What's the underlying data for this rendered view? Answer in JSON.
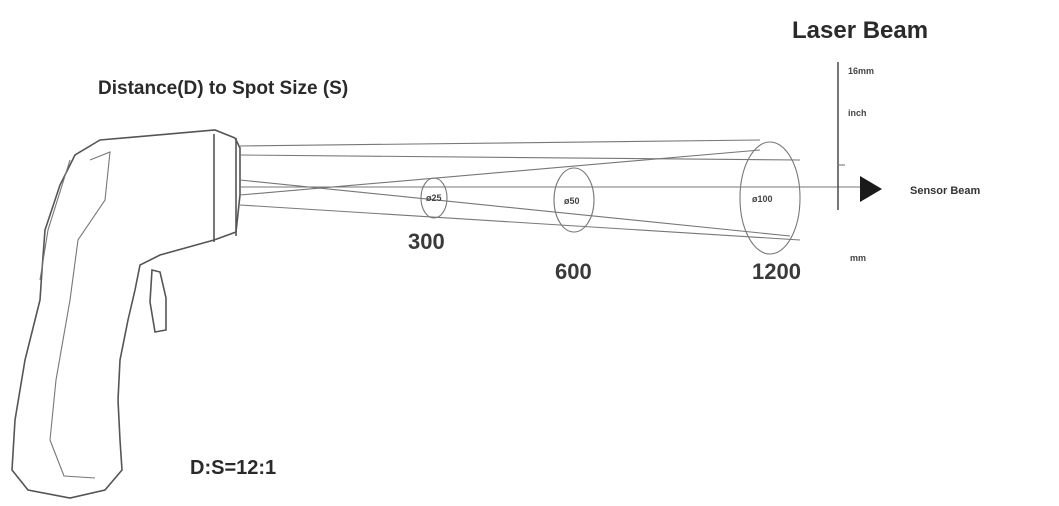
{
  "title": "Distance(D) to Spot  Size (S)",
  "laser_label": "Laser Beam",
  "ruler_labels": [
    "16mm",
    "inch",
    "mm"
  ],
  "sensor_label": "Sensor Beam",
  "ratio_label": "D:S=12:1",
  "spots": [
    {
      "distance": "300",
      "spot": "ø25"
    },
    {
      "distance": "600",
      "spot": "ø50"
    },
    {
      "distance": "1200",
      "spot": "ø100"
    }
  ],
  "colors": {
    "line": "#555555",
    "text": "#2a2a2a",
    "background": "#ffffff"
  }
}
